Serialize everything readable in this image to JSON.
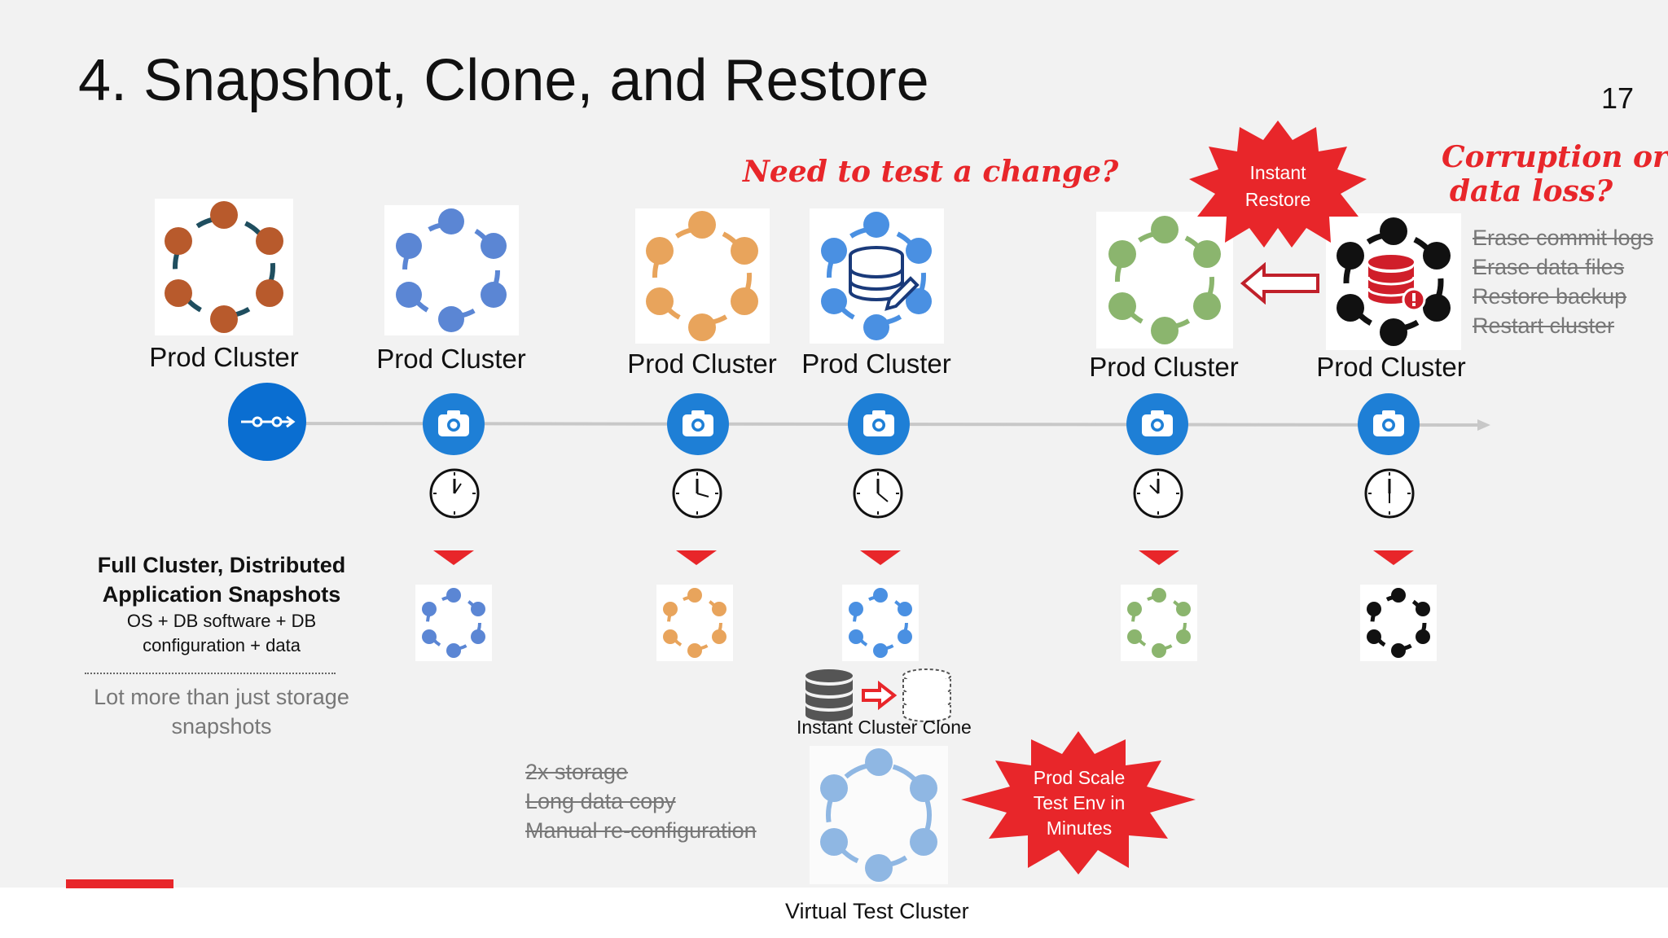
{
  "slide": {
    "title": "4. Snapshot, Clone, and Restore",
    "page_number": "17"
  },
  "clusters": [
    {
      "label": "Prod Cluster",
      "color": "#b85a2c",
      "ring": "#1f4e5f"
    },
    {
      "label": "Prod Cluster",
      "color": "#5b86d4",
      "ring": "#5b86d4"
    },
    {
      "label": "Prod Cluster",
      "color": "#e8a45c",
      "ring": "#e8a45c"
    },
    {
      "label": "Prod Cluster",
      "color": "#4a90e2",
      "ring": "#4a90e2"
    },
    {
      "label": "Prod Cluster",
      "color": "#8bb56e",
      "ring": "#8bb56e"
    },
    {
      "label": "Prod Cluster",
      "color": "#111111",
      "ring": "#111111"
    }
  ],
  "callouts": {
    "need_to_test": "Need to test a change?",
    "corruption_line1": "Corruption or",
    "corruption_line2": "data loss?",
    "instant_restore_line1": "Instant",
    "instant_restore_line2": "Restore",
    "prod_scale_line1": "Prod Scale",
    "prod_scale_line2": "Test Env in",
    "prod_scale_line3": "Minutes"
  },
  "restore_steps_struck": [
    "Erase commit logs",
    "Erase data files",
    "Restore backup",
    "Restart cluster"
  ],
  "clone_drawbacks_struck": [
    "2x storage ",
    "Long data copy",
    "Manual re-configuration"
  ],
  "left_panel": {
    "heading_line1": "Full Cluster, Distributed",
    "heading_line2": "Application Snapshots",
    "detail_line1": "OS + DB software + DB",
    "detail_line2": "configuration + data",
    "note_line1": "Lot more than just storage",
    "note_line2": "snapshots"
  },
  "instant_clone_label": "Instant Cluster Clone",
  "virtual_test_cluster_label": "Virtual Test Cluster",
  "icons": {
    "timeline_start": "workflow-icon",
    "snapshot": "camera-icon",
    "time": "clock-icon",
    "marker": "red-triangle-icon"
  },
  "colors": {
    "accent_red": "#e8262a",
    "timeline_blue": "#0a6ed1",
    "snapshot_blue": "#1e7fd6"
  }
}
